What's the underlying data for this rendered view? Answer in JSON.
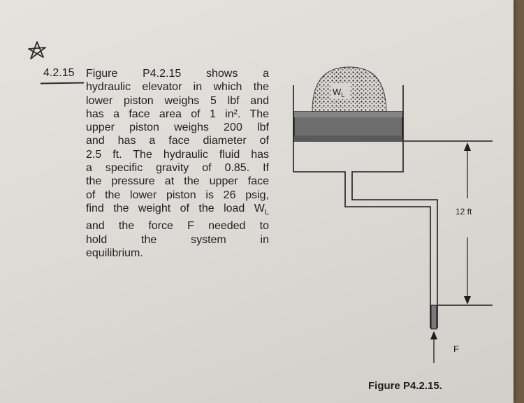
{
  "problem": {
    "number": "4.2.15",
    "lines": [
      "Figure P4.2.15 shows a",
      "hydraulic elevator in which the",
      "lower piston weighs 5 lbf and",
      "has a face area of 1 in². The",
      "upper piston weighs 200 lbf",
      "and has a face diameter of",
      "2.5 ft. The hydraulic fluid has",
      "a specific gravity of 0.85. If",
      "the pressure at the upper face",
      "of the lower piston is 26 psig,",
      "find the weight of the load W",
      "and the force F needed to",
      "hold the system in",
      "equilibrium."
    ],
    "load_subscript": "L"
  },
  "figure": {
    "caption": "Figure P4.2.15.",
    "load_label": "W",
    "load_subscript": "L",
    "height_label": "12 ft",
    "force_label": "F"
  },
  "colors": {
    "ink": "#1d1d1d",
    "piston": "#6e6e6e",
    "page": "#e2dfda"
  }
}
